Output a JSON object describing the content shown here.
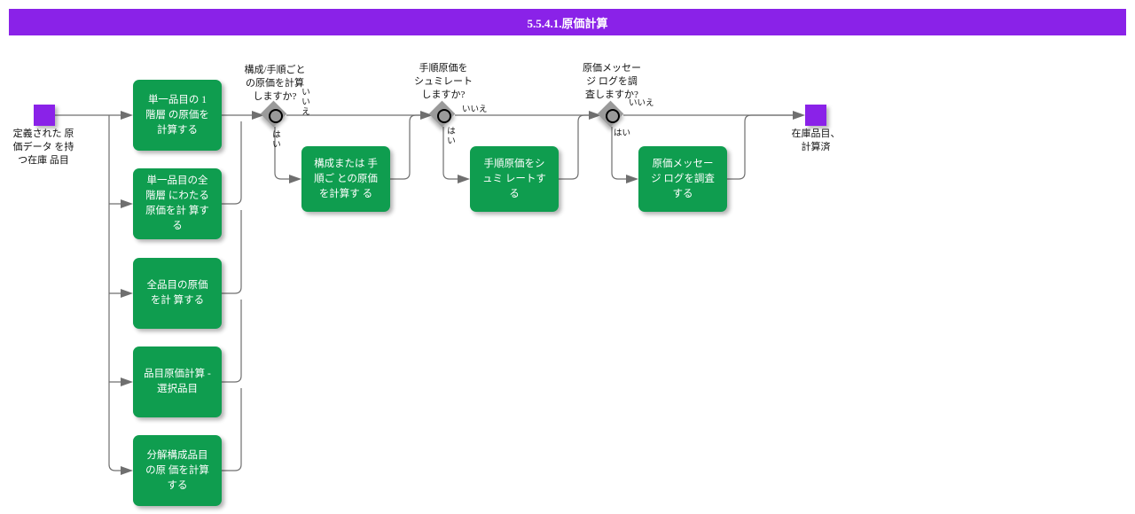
{
  "header": {
    "title": "5.5.4.1.原価計算",
    "bar_color": "#8a22e8"
  },
  "palette": {
    "process_green": "#0f9d4f",
    "terminator_purple": "#8a22e8",
    "decision_gray": "#9a9a9a",
    "connector_gray": "#6f6f6f",
    "text_dark": "#111111",
    "process_text": "#ffffff"
  },
  "nodes": {
    "start": {
      "name": "start-terminator",
      "label": "定義された 原\n価データ を持\nつ在庫 品目"
    },
    "end": {
      "name": "end-terminator",
      "label": "在庫品目、\n計算済"
    }
  },
  "left_column": {
    "items": [
      {
        "label": "単一品目の 1 階層\nの原価を計算する"
      },
      {
        "label": "単一品目の全階層\nにわたる原価を計\n算する"
      },
      {
        "label": "全品目の原価を計\n算する"
      },
      {
        "label": "品目原価計算 -\n選択品目"
      },
      {
        "label": "分解構成品目の原\n価を計算する"
      }
    ]
  },
  "decisions": [
    {
      "question": "構成/手順ごと\nの原価を計算\nしますか?",
      "yes_label": "はい",
      "no_label": "いいえ"
    },
    {
      "question": "手順原価を\nシュミレート\nしますか?",
      "yes_label": "はい",
      "no_label": "いいえ"
    },
    {
      "question": "原価メッセー\nジ ログを調\n査しますか?",
      "yes_label": "はい",
      "no_label": "いいえ"
    }
  ],
  "branch_processes": [
    {
      "label": "構成または 手順ご\nとの原価を計算す\nる"
    },
    {
      "label": "手順原価をシュミ\nレートする"
    },
    {
      "label": "原価メッセージ\nログを調査する"
    }
  ]
}
